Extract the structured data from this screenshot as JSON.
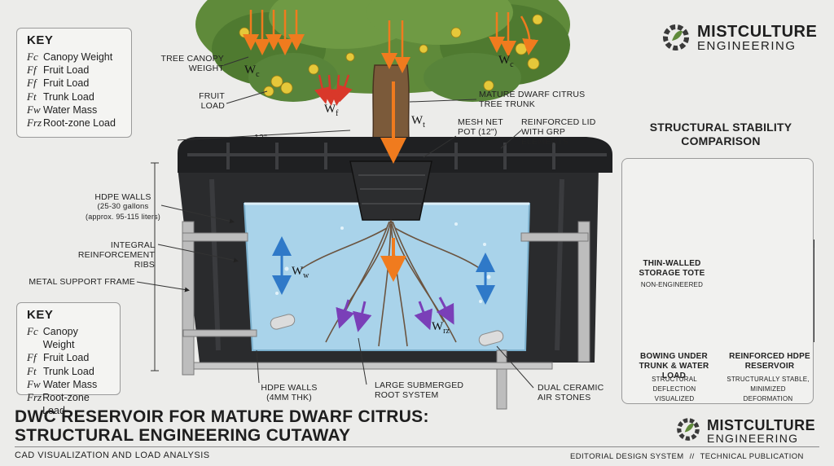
{
  "key_top": {
    "title": "KEY",
    "items": [
      {
        "sym": "Fc",
        "label": "Canopy Weight"
      },
      {
        "sym": "Ff",
        "label": "Fruit Load"
      },
      {
        "sym": "Ff",
        "label": "Fruit Load"
      },
      {
        "sym": "Ft",
        "label": "Trunk Load"
      },
      {
        "sym": "Fw",
        "label": "Water Mass"
      },
      {
        "sym": "Frz",
        "label": "Root-zone Load"
      }
    ]
  },
  "key_bottom": {
    "title": "KEY",
    "items": [
      {
        "sym": "Fc",
        "label": "Canopy Weight"
      },
      {
        "sym": "Ff",
        "label": "Fruit Load"
      },
      {
        "sym": "Ft",
        "label": "Trunk Load"
      },
      {
        "sym": "Fw",
        "label": "Water Mass"
      },
      {
        "sym": "Frz",
        "label": "Root-zone Load"
      }
    ]
  },
  "labels": {
    "tree_canopy_weight": "TREE CANOPY WEIGHT",
    "fruit_load": "FRUIT LOAD",
    "trunk": "MATURE DWARF CITRUS TREE TRUNK",
    "net_pot": "MESH NET POT (12\")",
    "lid": "REINFORCED LID WITH GRP ELEMENTS",
    "dimension": "12\"",
    "hdpe_walls": "HDPE WALLS",
    "hdpe_capacity": "(25-30 gallons",
    "hdpe_liters": "(approx. 95-115 liters)",
    "ribs": "INTEGRAL REINFORCEMENT RIBS",
    "frame": "METAL SUPPORT FRAME",
    "hdpe_thk": "HDPE WALLS (4mm THK)",
    "root_system": "LARGE SUBMERGED ROOT SYSTEM",
    "air_stones": "DUAL CERAMIC AIR STONES"
  },
  "symbols": {
    "wc": "W",
    "wc_sub": "c",
    "wf": "W",
    "wf_sub": "f",
    "wt": "W",
    "wt_sub": "t",
    "ww": "W",
    "ww_sub": "w",
    "wrz": "W",
    "wrz_sub": "rz"
  },
  "comparison": {
    "heading": "STRUCTURAL STABILITY COMPARISON",
    "left_title": "THIN-WALLED STORAGE TOTE",
    "left_tag": "NON-ENGINEERED",
    "left_caption": "BOWING UNDER TRUNK & WATER LOAD",
    "left_note": "STRUCTURAL DEFLECTION VISUALIZED",
    "right_title": "REINFORCED HDPE RESERVOIR",
    "right_note": "STRUCTURALLY STABLE, MINIMIZED DEFORMATION"
  },
  "brand": {
    "line1": "MISTCULTURE",
    "line2": "ENGINEERING"
  },
  "title": {
    "line1": "DWC RESERVOIR FOR MATURE DWARF CITRUS:",
    "line2": "STRUCTURAL ENGINEERING CUTAWAY"
  },
  "subtitle": "CAD VISUALIZATION AND LOAD ANALYSIS",
  "footer": {
    "left": "EDITORIAL DESIGN SYSTEM",
    "sep": "//",
    "right": "TECHNICAL PUBLICATION"
  },
  "colors": {
    "water": "#a9d3ea",
    "tank": "#2a2b2d",
    "arrow_orange": "#f07b1e",
    "arrow_red": "#d9382a",
    "arrow_blue": "#2f79c8",
    "arrow_purple": "#7a3fb8",
    "leaf": "#5f8a3a",
    "fruit": "#e5c83a"
  }
}
